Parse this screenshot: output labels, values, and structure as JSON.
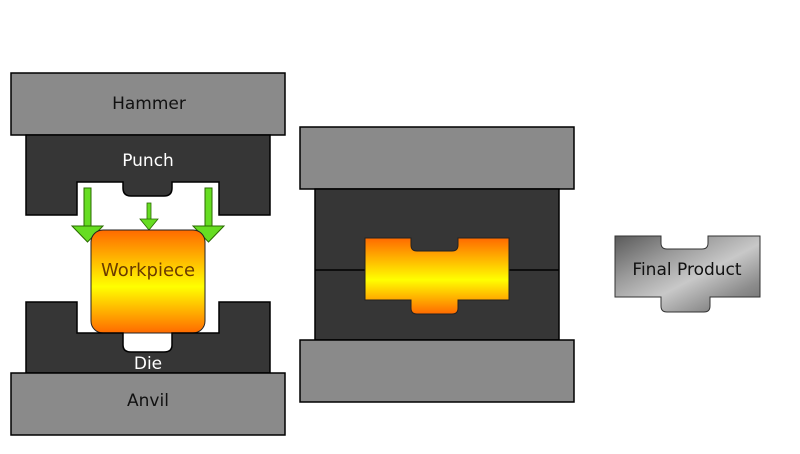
{
  "labels": {
    "hammer": "Hammer",
    "punch": "Punch",
    "workpiece": "Workpiece",
    "die": "Die",
    "anvil": "Anvil",
    "final_product": "Final Product"
  },
  "colors": {
    "gray_block": "#8a8a8a",
    "dark_block": "#363636",
    "arrow": "#66dd22",
    "hot_top": "#ff6a00",
    "hot_mid": "#ffff00",
    "outline": "#000000"
  }
}
